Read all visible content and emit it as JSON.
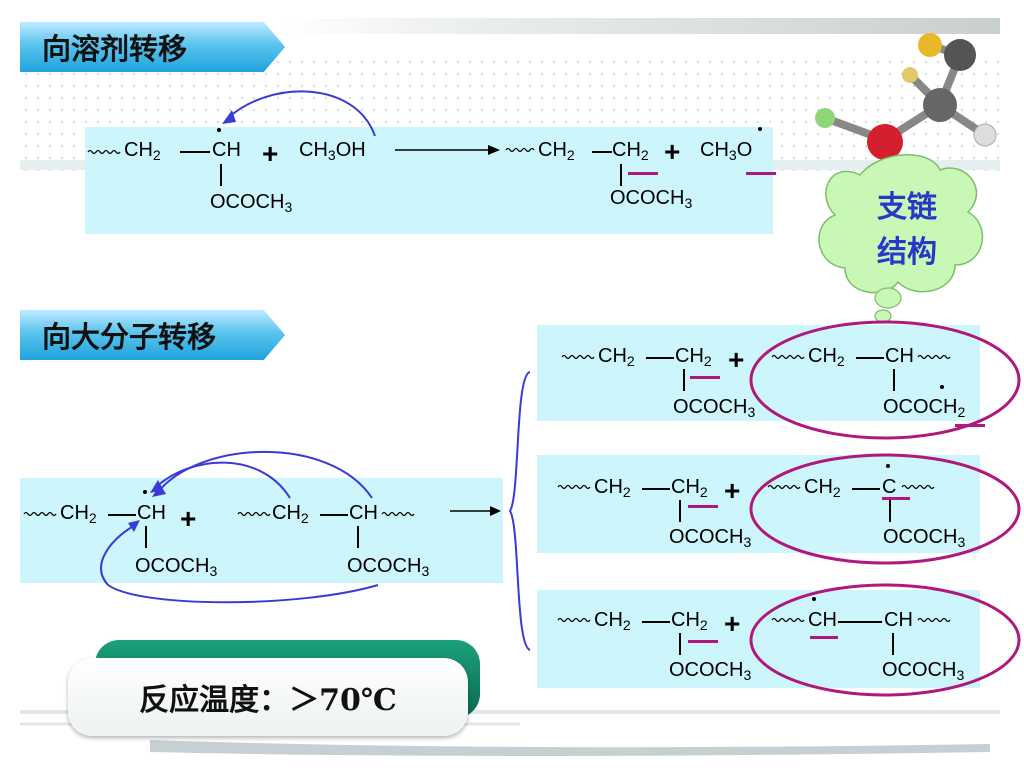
{
  "headers": {
    "solvent_transfer": "向溶剂转移",
    "macromolecule_transfer": "向大分子转移"
  },
  "cloud": {
    "line1": "支链",
    "line2": "结构"
  },
  "condition": {
    "label": "反应温度：＞70℃"
  },
  "solvent_reaction": {
    "reactant1": {
      "main": "CH",
      "sub": "2",
      "mid": "CH",
      "pendant": "OCOCH",
      "pendant_sub": "3"
    },
    "plus": "+",
    "reactant2": {
      "a": "CH",
      "sub": "3",
      "b": "OH"
    },
    "product1": {
      "main": "CH",
      "sub": "2",
      "mid": "CH",
      "mid_sub": "2",
      "pendant": "OCOCH",
      "pendant_sub": "3"
    },
    "product2": {
      "a": "CH",
      "sub": "3",
      "b": "O"
    }
  },
  "macro_reaction": {
    "reactant1": {
      "main": "CH",
      "sub": "2",
      "mid": "CH",
      "pendant": "OCOCH",
      "pendant_sub": "3"
    },
    "plus": "+",
    "reactant2": {
      "main": "CH",
      "sub": "2",
      "mid": "CH",
      "pendant": "OCOCH",
      "pendant_sub": "3"
    }
  },
  "products": [
    {
      "left": {
        "a": "CH",
        "sub": "2",
        "b": "CH",
        "b_sub": "2",
        "pendant": "OCOCH",
        "pendant_sub": "3"
      },
      "right": {
        "a": "CH",
        "sub": "2",
        "b": "CH",
        "pendant": "OCOCH",
        "pendant_sub": "2"
      }
    },
    {
      "left": {
        "a": "CH",
        "sub": "2",
        "b": "CH",
        "b_sub": "2",
        "pendant": "OCOCH",
        "pendant_sub": "3"
      },
      "right": {
        "a": "CH",
        "sub": "2",
        "b": "C",
        "pendant": "OCOCH",
        "pendant_sub": "3"
      }
    },
    {
      "left": {
        "a": "CH",
        "sub": "2",
        "b": "CH",
        "b_sub": "2",
        "pendant": "OCOCH",
        "pendant_sub": "3"
      },
      "right": {
        "a": "CH",
        "b": "CH",
        "pendant": "OCOCH",
        "pendant_sub": "3"
      }
    }
  ],
  "colors": {
    "arrow": "#3a3ad6",
    "highlight": "#b0187e",
    "panel": "#ccf6fb",
    "cloud": "#c9f7b6"
  }
}
